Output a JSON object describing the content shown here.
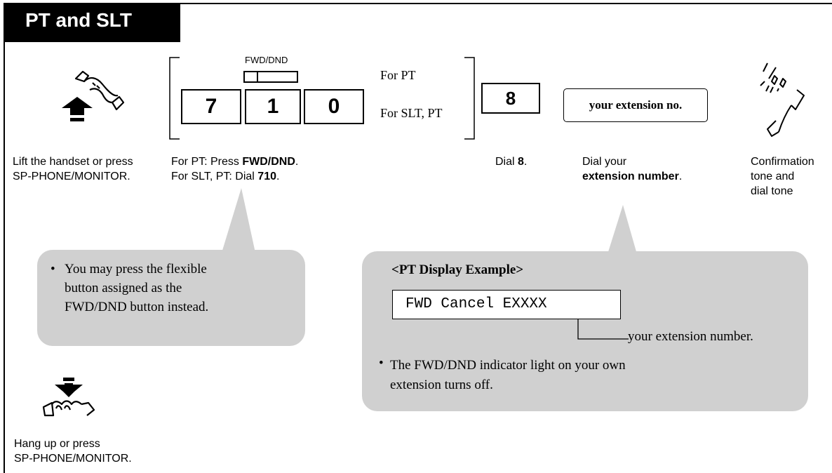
{
  "header": {
    "title": "PT and SLT"
  },
  "steps": {
    "lift": {
      "caption_line1": "Lift the handset or press",
      "caption_line2": "SP-PHONE/MONITOR."
    },
    "code": {
      "fwd_label": "FWD/DND",
      "digits": [
        "7",
        "1",
        "0"
      ],
      "for_pt": "For PT",
      "for_slt_pt": "For SLT, PT",
      "caption1_prefix": "For PT: Press ",
      "caption1_bold": "FWD/DND",
      "caption1_suffix": ".",
      "caption2_prefix": "For SLT, PT: Dial ",
      "caption2_bold": "710",
      "caption2_suffix": "."
    },
    "dial8": {
      "digit": "8",
      "caption_prefix": "Dial ",
      "caption_bold": "8",
      "caption_suffix": "."
    },
    "extension": {
      "box_label": "your extension no.",
      "caption_line1": "Dial your",
      "caption_bold": "extension number",
      "caption_suffix": "."
    },
    "tone": {
      "caption_line1": "Confirmation",
      "caption_line2": "tone and",
      "caption_line3": "dial tone"
    }
  },
  "note_left": {
    "bullet": "•",
    "line1": "You may press the flexible",
    "line2": "button assigned as the",
    "line3": "FWD/DND button instead."
  },
  "note_right": {
    "heading": "<PT Display Example>",
    "display_text": "FWD Cancel EXXXX",
    "pointer_label": "your extension number.",
    "bullet": "•",
    "line1": "The FWD/DND indicator light on your own",
    "line2": "extension turns off."
  },
  "hangup": {
    "caption_line1": "Hang up or press",
    "caption_line2": "SP-PHONE/MONITOR."
  },
  "colors": {
    "tab_bg": "#000000",
    "bubble_bg": "#d0d0d0"
  },
  "icons": [
    "lift-handset-icon",
    "hang-up-icon",
    "ringing-handset-icon"
  ]
}
